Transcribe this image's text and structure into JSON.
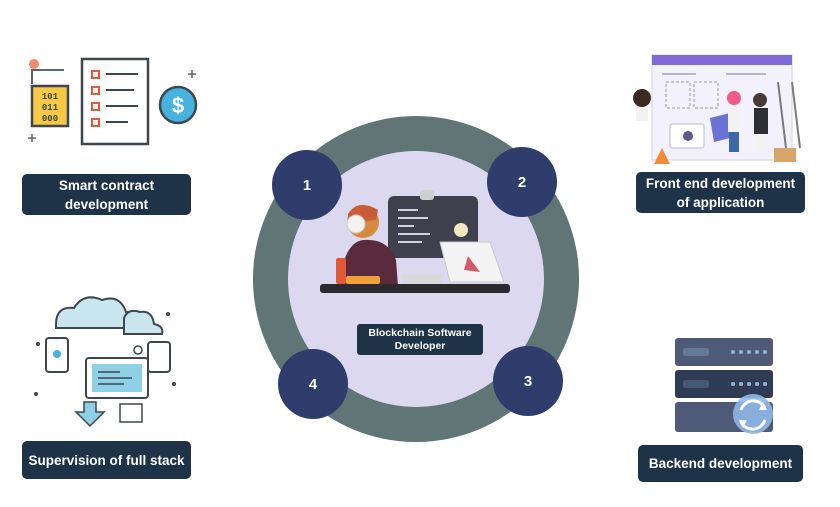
{
  "center": {
    "label": "Blockchain Software Developer"
  },
  "steps": [
    {
      "number": "1"
    },
    {
      "number": "2"
    },
    {
      "number": "3"
    },
    {
      "number": "4"
    }
  ],
  "cards": {
    "smart_contract": {
      "label": "Smart contract development",
      "icon": "smart-contract-icon"
    },
    "front_end": {
      "label": "Front end development of application",
      "icon": "front-end-team-icon"
    },
    "full_stack": {
      "label": "Supervision of full stack",
      "icon": "full-stack-icon"
    },
    "backend": {
      "label": "Backend development",
      "icon": "server-rack-icon"
    }
  },
  "illustration_text": {
    "binary": [
      "101",
      "011",
      "000"
    ],
    "currency_symbol": "$"
  },
  "colors": {
    "outer_ring": "#607575",
    "inner_disc": "#dcd8f0",
    "step_circle": "#2e3d6b",
    "label_bg": "#1f3348"
  }
}
